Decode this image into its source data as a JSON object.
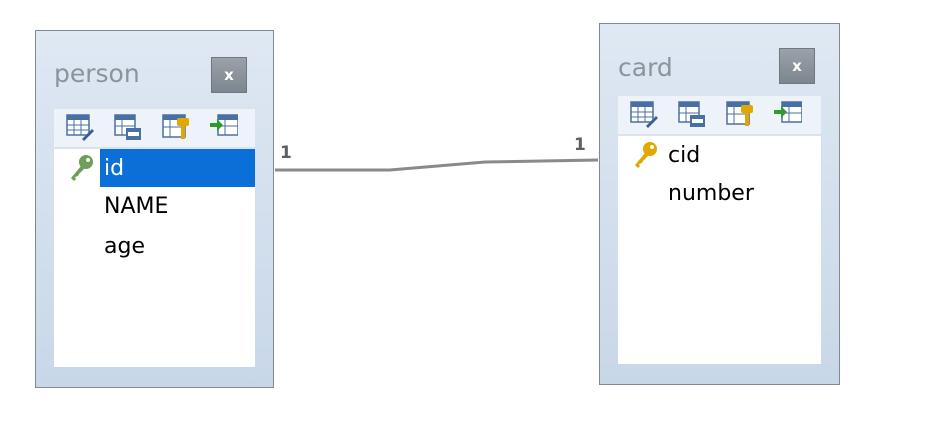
{
  "tables": {
    "person": {
      "title": "person",
      "close_label": "x",
      "columns": [
        "id",
        "NAME",
        "age"
      ],
      "selected_column": "id",
      "primary_key": "id"
    },
    "card": {
      "title": "card",
      "close_label": "x",
      "columns": [
        "cid",
        "number"
      ],
      "primary_key": "cid"
    }
  },
  "relationship": {
    "left_cardinality": "1",
    "right_cardinality": "1"
  },
  "colors": {
    "selection": "#0a6fd6",
    "pk_key_person": "#6e9e57",
    "pk_key_card": "#e2a800",
    "line": "#8a8a8a"
  }
}
